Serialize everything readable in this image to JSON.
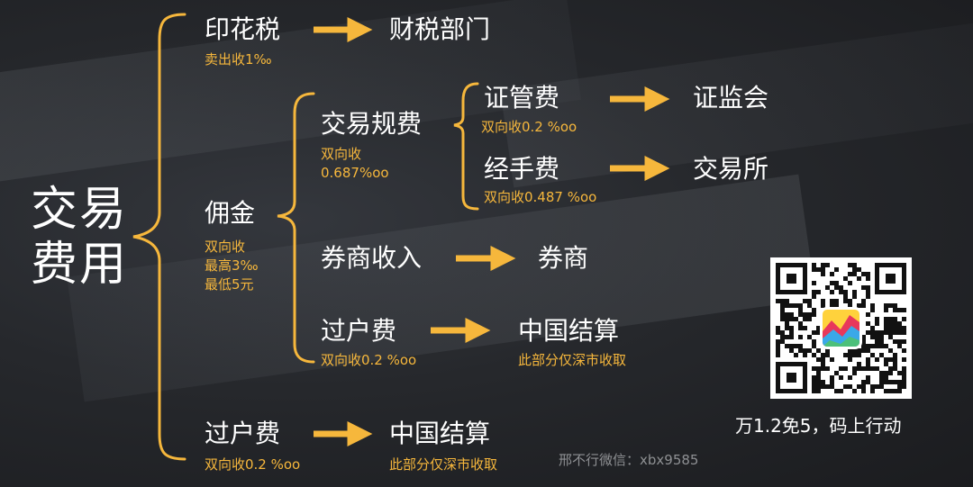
{
  "root": {
    "line1": "交易",
    "line2": "费用"
  },
  "stamp_tax": {
    "label": "印花税",
    "note": "卖出收1‰",
    "target": "财税部门"
  },
  "commission": {
    "label": "佣金",
    "note1": "双向收",
    "note2": "最高3‰",
    "note3": "最低5元",
    "exchange_fee": {
      "label": "交易规费",
      "note1": "双向收",
      "note2": "0.687%oo",
      "securities_regulatory_fee": {
        "label": "证管费",
        "note": "双向收0.2 %oo",
        "target": "证监会"
      },
      "handling_fee": {
        "label": "经手费",
        "note": "双向收0.487 %oo",
        "target": "交易所"
      }
    },
    "broker_income": {
      "label": "券商收入",
      "target": "券商"
    },
    "transfer_fee": {
      "label": "过户费",
      "note": "双向收0.2 %oo",
      "target": "中国结算",
      "target_note": "此部分仅深市收取"
    }
  },
  "transfer_fee": {
    "label": "过户费",
    "note": "双向收0.2 %oo",
    "target": "中国结算",
    "target_note": "此部分仅深市收取"
  },
  "promo": {
    "caption": "万1.2免5，码上行动"
  },
  "watermark": "邢不行微信：xbx9585",
  "colors": {
    "accent": "#f6b73c",
    "text": "#ffffff",
    "background": "#26282c"
  }
}
